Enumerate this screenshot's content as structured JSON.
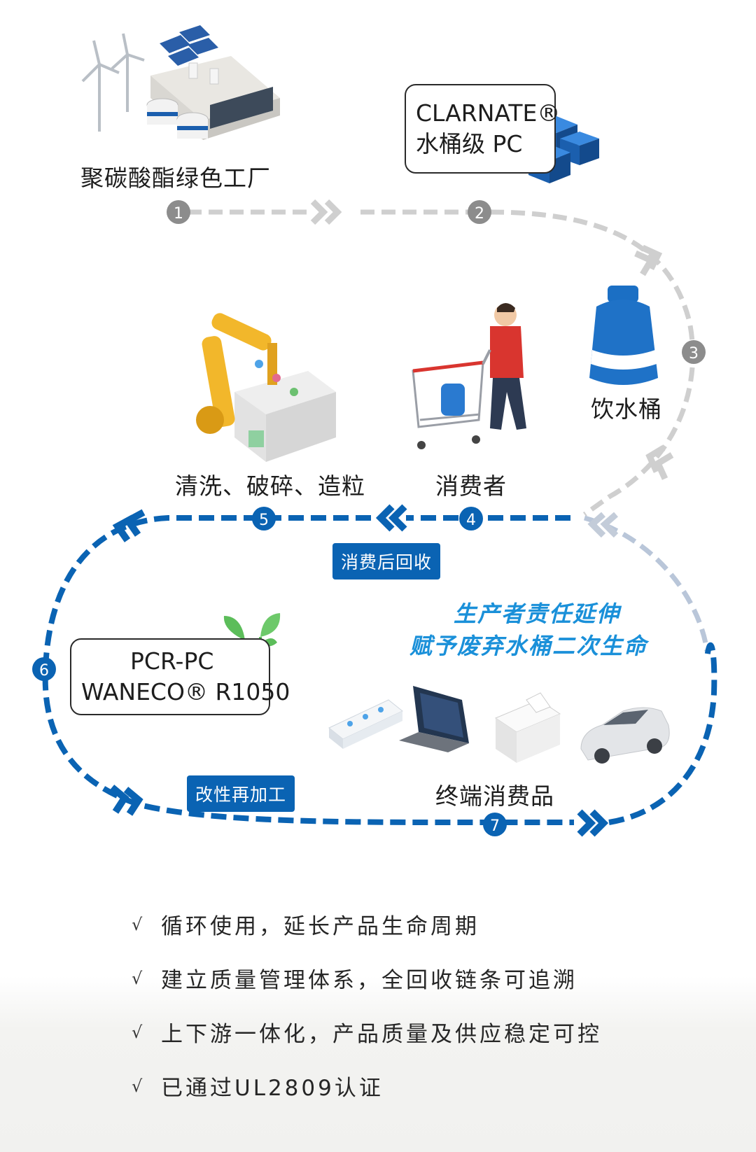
{
  "stages": {
    "factory": "聚碳酸酯绿色工厂",
    "recycle_process": "清洗、破碎、造粒",
    "consumer": "消费者",
    "bucket": "饮水桶",
    "end_products": "终端消费品"
  },
  "boxes": {
    "clarnate_line1": "CLARNATE®",
    "clarnate_line2": "水桶级 PC",
    "pcr_line1": "PCR-PC",
    "pcr_line2": "WANECO® R1050"
  },
  "tags": {
    "post_consumer": "消费后回收",
    "modification": "改性再加工"
  },
  "slogan": {
    "line1": "生产者责任延伸",
    "line2": "赋予废弃水桶二次生命"
  },
  "steps": [
    "1",
    "2",
    "3",
    "4",
    "5",
    "6",
    "7"
  ],
  "benefits": [
    {
      "check": "√",
      "text": "循环使用，延长产品生命周期"
    },
    {
      "check": "√",
      "text": "建立质量管理体系，全回收链条可追溯"
    },
    {
      "check": "√",
      "text": "上下游一体化，产品质量及供应稳定可控"
    },
    {
      "check": "√",
      "text": "已通过UL2809认证"
    }
  ],
  "colors": {
    "accent_blue": "#0a63b3",
    "slogan_blue": "#1a90d9",
    "gray_path": "#cfcfcf",
    "step_gray": "#8c8c8c"
  },
  "icons": [
    "wind-turbine-icon",
    "solar-panel-icon",
    "factory-icon",
    "pellet-cubes-icon",
    "water-bucket-icon",
    "robot-arm-icon",
    "shopping-cart-icon",
    "sprout-icon",
    "power-strip-icon",
    "laptop-icon",
    "printer-icon",
    "car-icon"
  ]
}
